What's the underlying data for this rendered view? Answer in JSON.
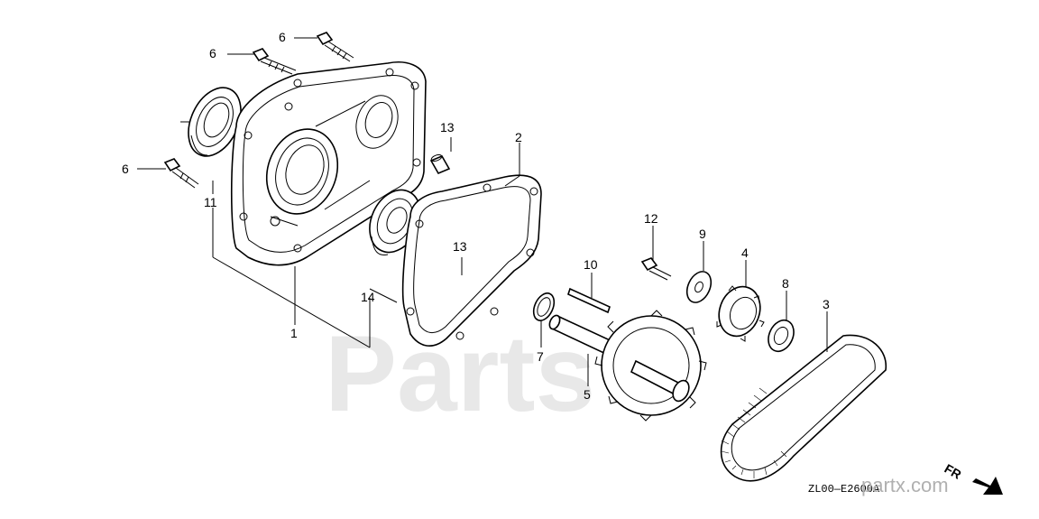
{
  "callouts": [
    "6",
    "6",
    "6",
    "11",
    "1",
    "14",
    "13",
    "13",
    "2",
    "12",
    "9",
    "4",
    "8",
    "3",
    "10",
    "7",
    "5"
  ],
  "drawing_code": "ZL00—E2600A",
  "direction_marker": "FR",
  "watermark": "partx.com",
  "background_watermark": "Parts"
}
